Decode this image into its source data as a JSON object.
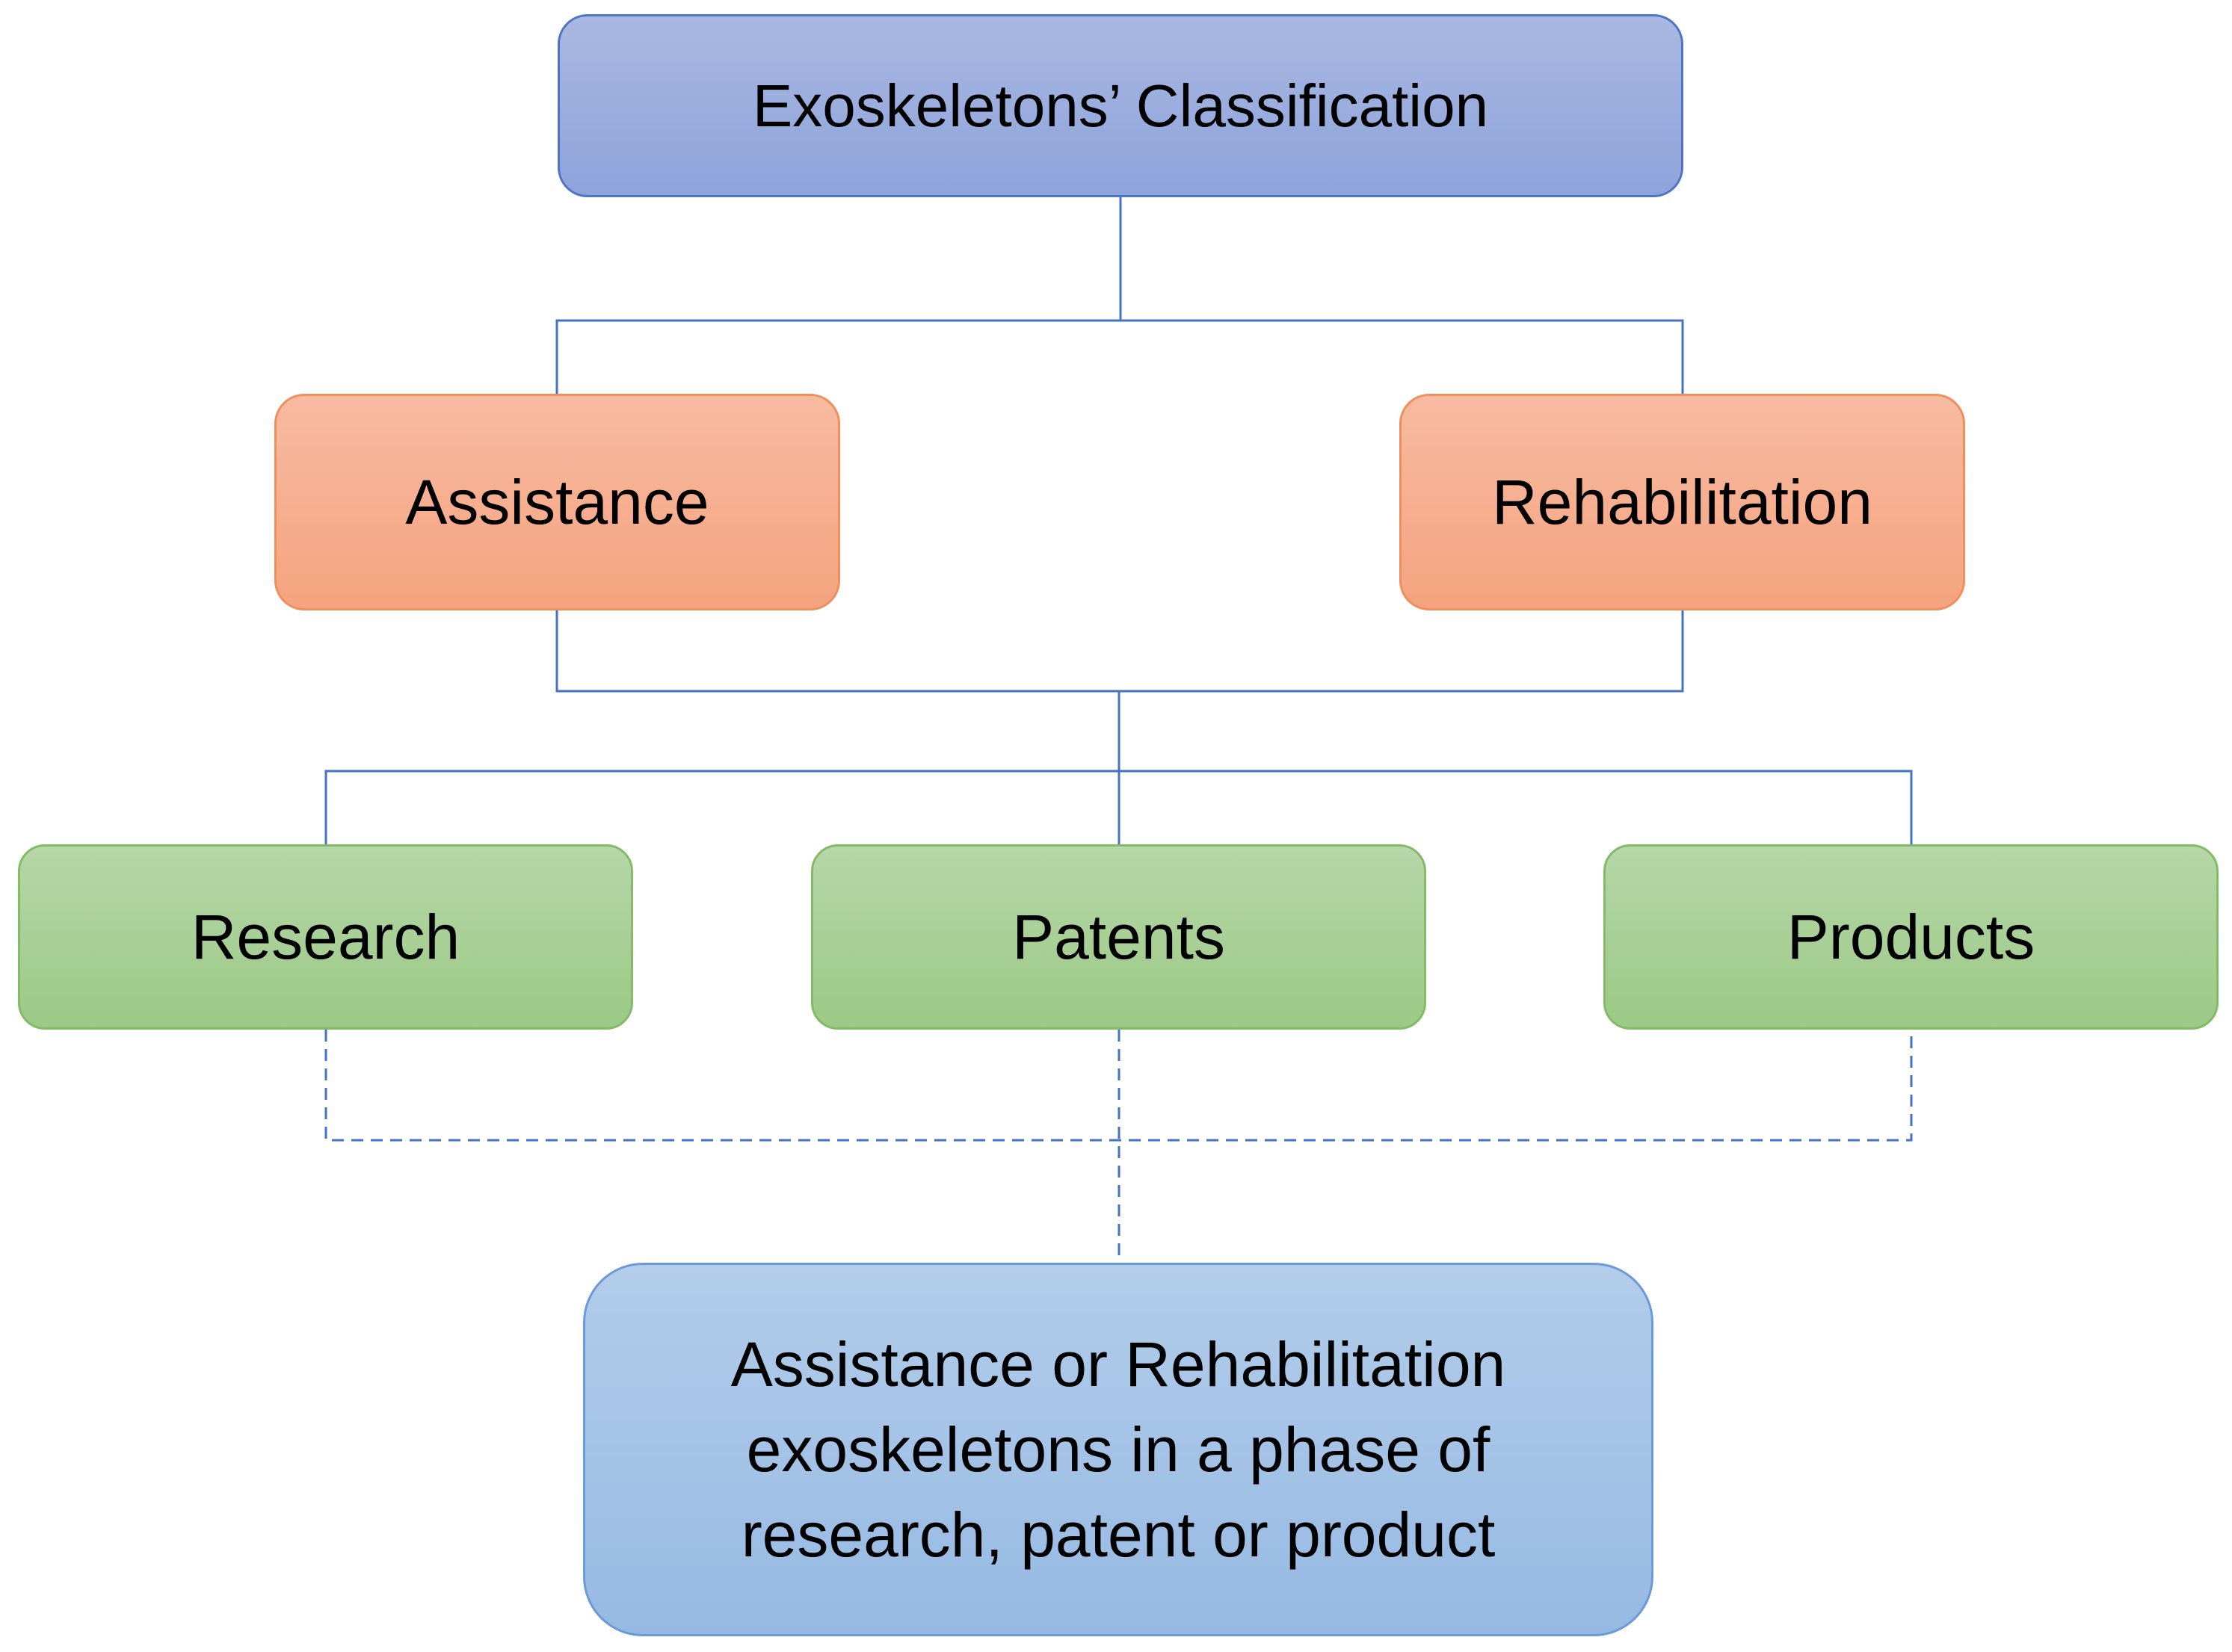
{
  "diagram": {
    "root": {
      "label": "Exoskeletons’ Classification"
    },
    "categories": {
      "assistance": {
        "label": "Assistance"
      },
      "rehabilitation": {
        "label": "Rehabilitation"
      }
    },
    "phases": {
      "research": {
        "label": "Research"
      },
      "patents": {
        "label": "Patents"
      },
      "products": {
        "label": "Products"
      }
    },
    "summary": {
      "label": "Assistance or Rehabilitation\nexoskeletons in a phase of\nresearch, patent or product"
    },
    "colors": {
      "connector": "#4472c4",
      "root_fill": "#8ea5da",
      "category_fill": "#f5a882",
      "phase_fill": "#a3cd8d",
      "summary_fill": "#9dbee5"
    }
  }
}
